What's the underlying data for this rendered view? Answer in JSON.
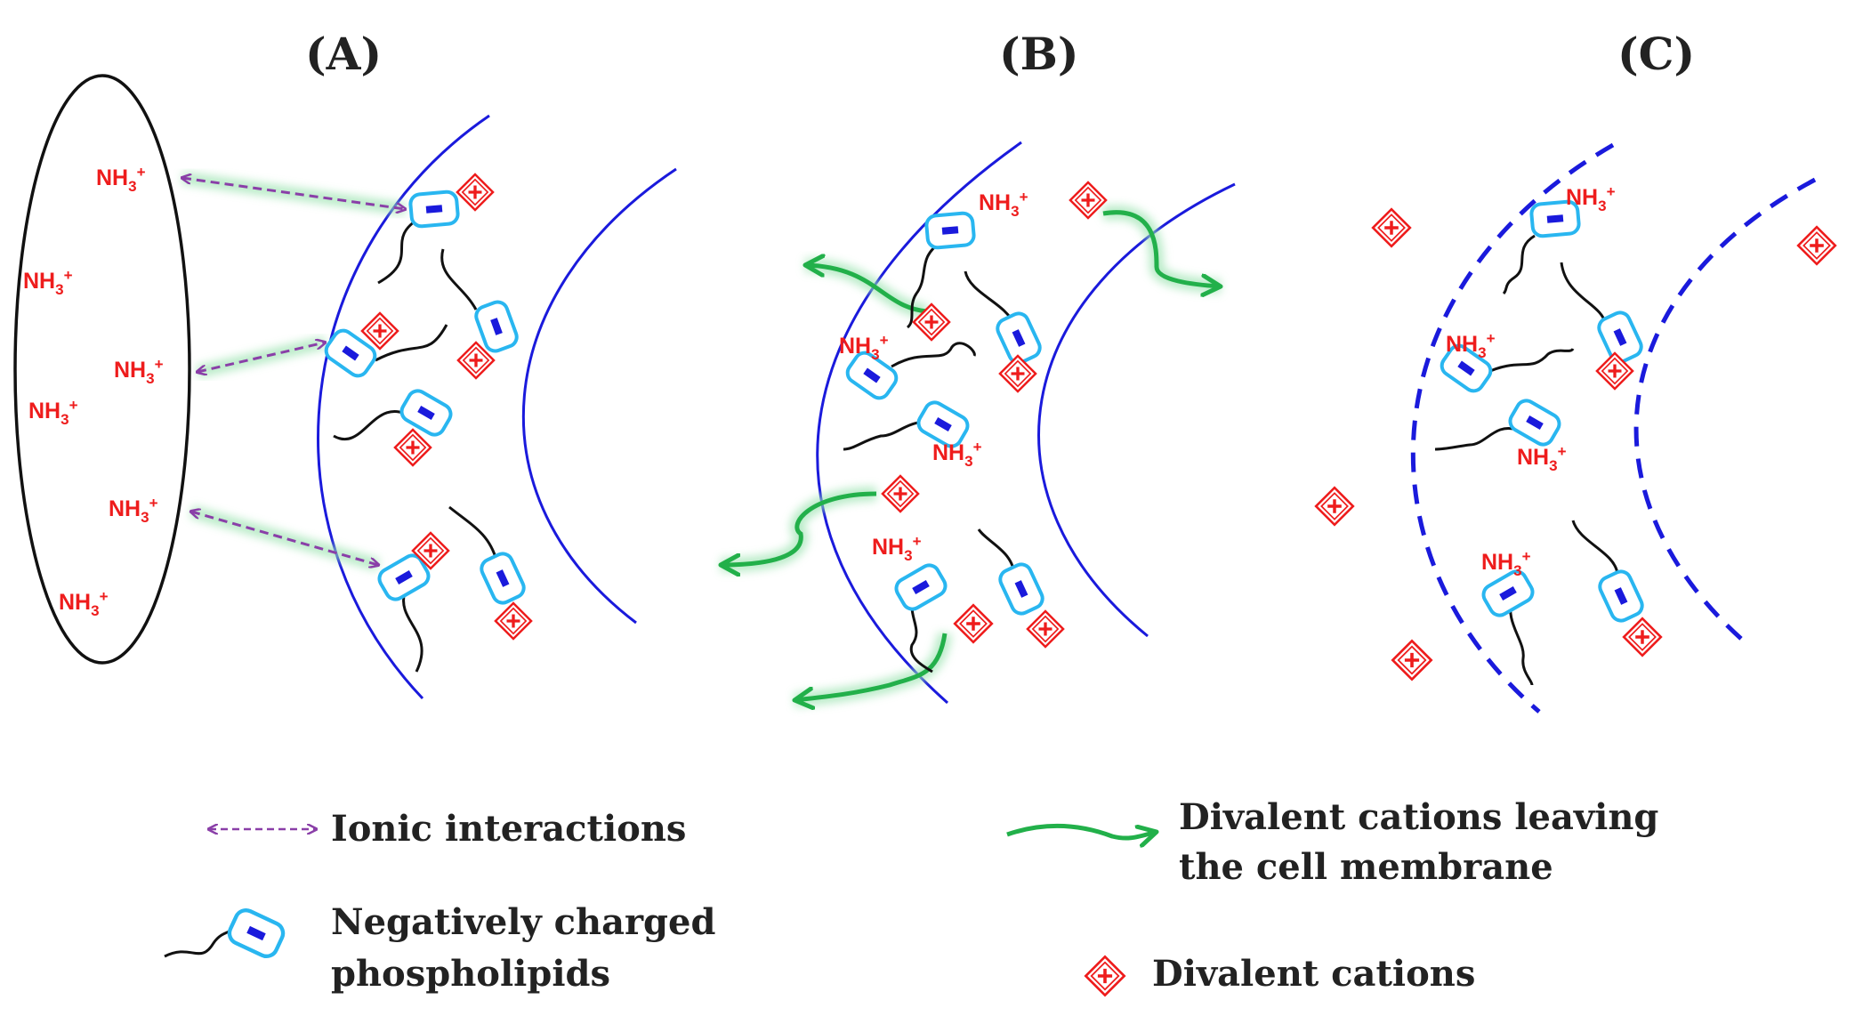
{
  "panels": [
    {
      "label": "(A)"
    },
    {
      "label": "(B)"
    },
    {
      "label": "(C)"
    }
  ],
  "nh3": {
    "base": "NH",
    "sub": "3",
    "sup": "+"
  },
  "legend": {
    "ionic": "Ionic interactions",
    "phospholipids_line1": "Negatively charged",
    "phospholipids_line2": "phospholipids",
    "leaving_line1": "Divalent cations leaving",
    "leaving_line2": "the cell membrane",
    "cations": "Divalent cations"
  },
  "colors": {
    "membrane": "#1a1adc",
    "head_stroke": "#29b6f0",
    "head_fill": "#1a1adc",
    "cation": "#ee1c1c",
    "nh3": "#ee1c1c",
    "ionic_arrow": "#8a3fa8",
    "leaving_arrow": "#22b04a"
  }
}
